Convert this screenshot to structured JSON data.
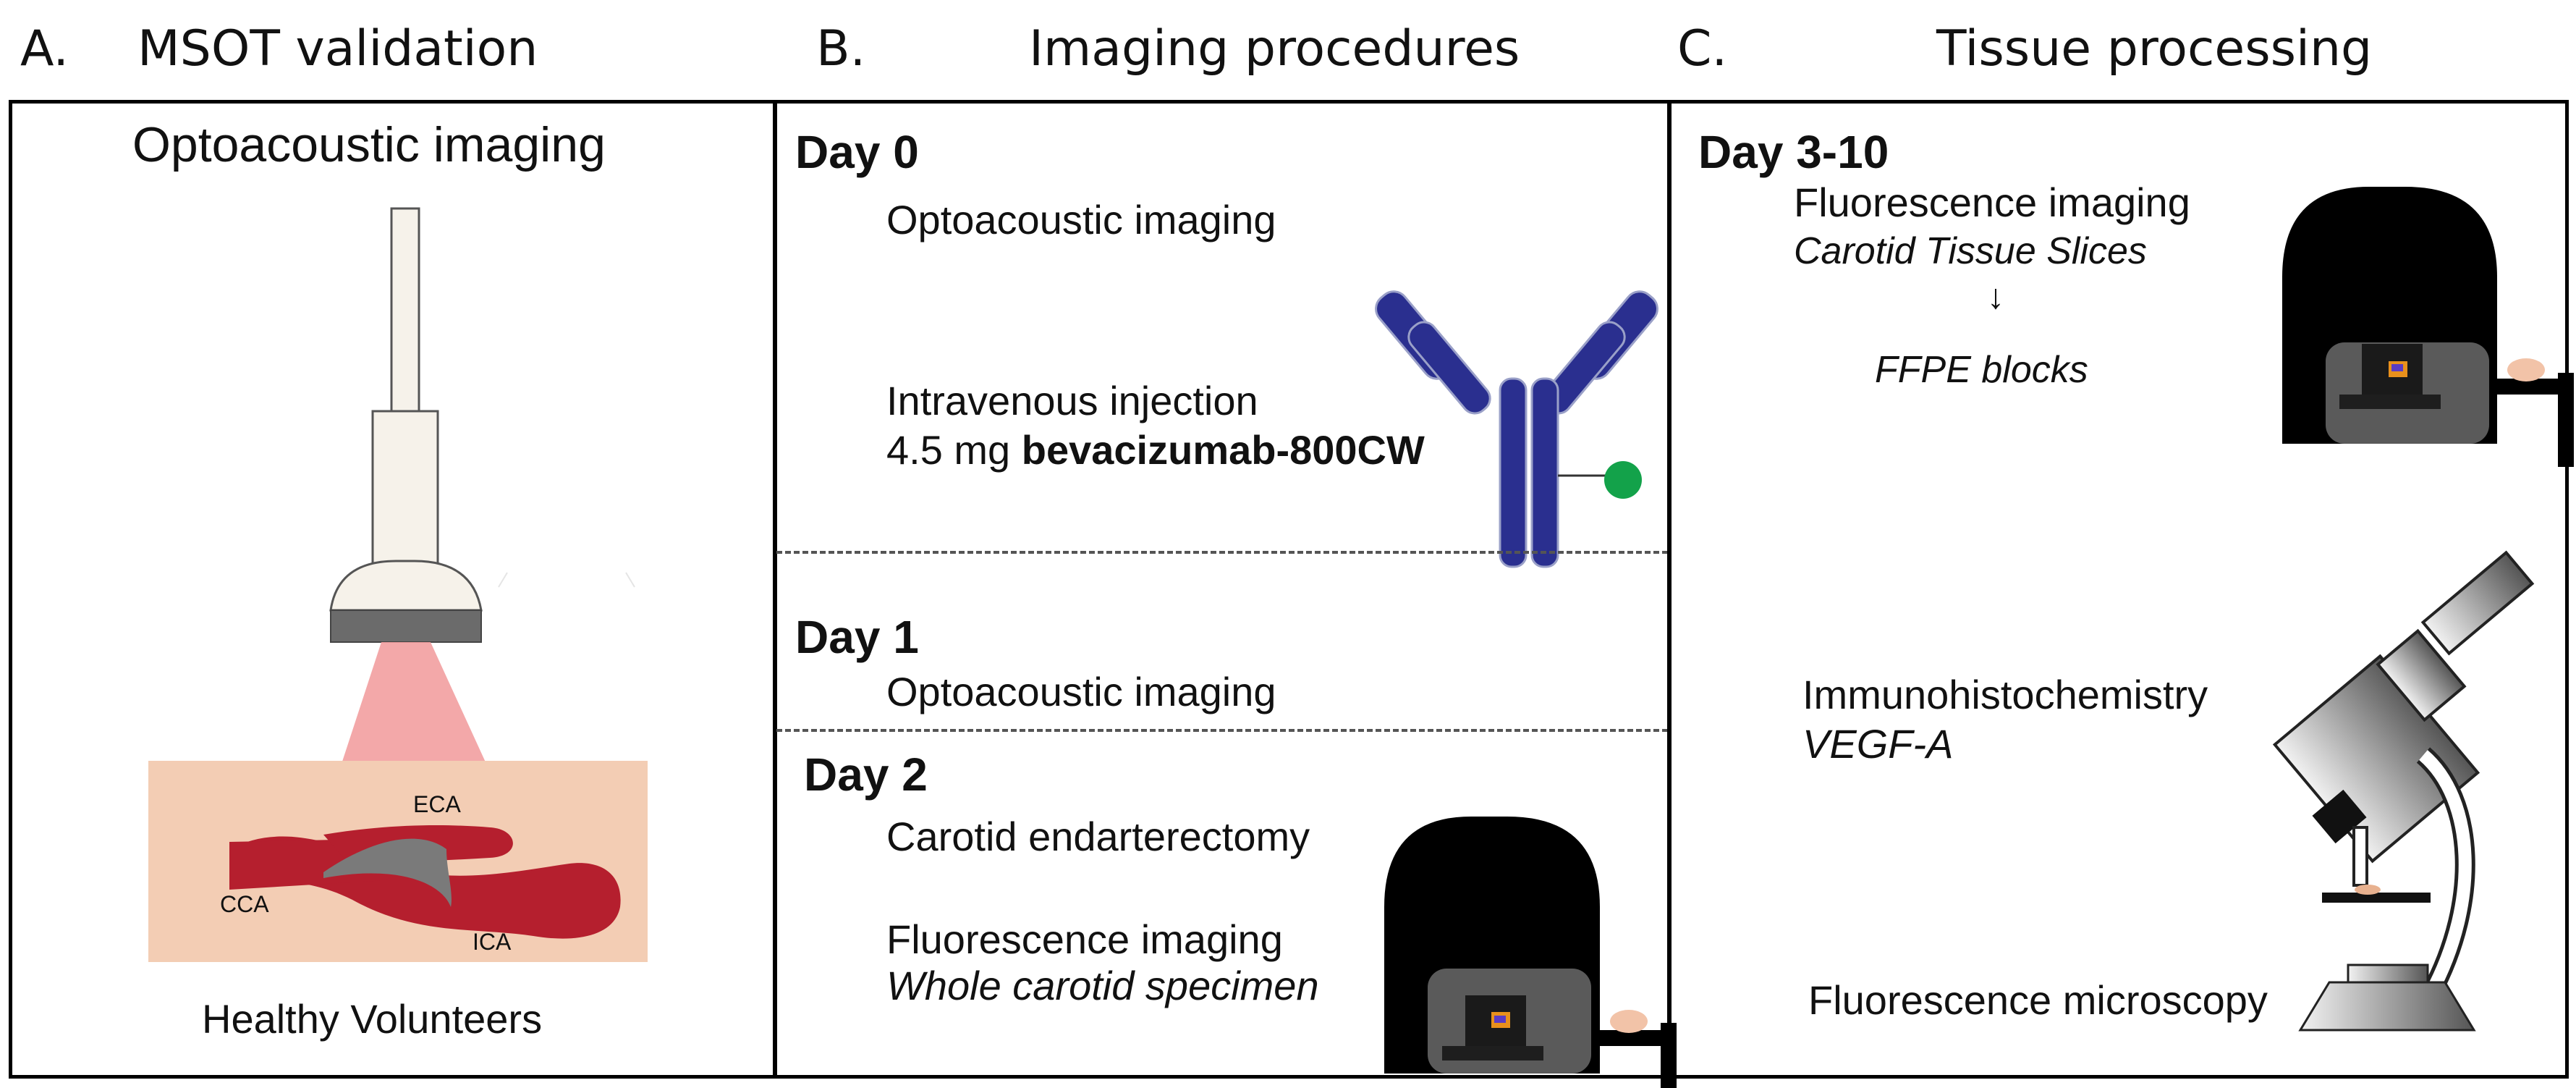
{
  "headers": {
    "a_letter": "A.",
    "a_title": "MSOT validation",
    "b_letter": "B.",
    "b_title": "Imaging procedures",
    "c_letter": "C.",
    "c_title": "Tissue processing"
  },
  "panel_a": {
    "title": "Optoacoustic imaging",
    "labels": {
      "eca": "ECA",
      "cca": "CCA",
      "ica": "ICA"
    },
    "caption": "Healthy Volunteers",
    "colors": {
      "tissue": "#f3cdb4",
      "vessel": "#b51f2e",
      "plaque": "#7a7a7a",
      "beam": "#f29ea0",
      "probe": "#f6f2ea",
      "probe_head": "#6b6b6b"
    }
  },
  "panel_b": {
    "day0": {
      "label": "Day 0",
      "step1": "Optoacoustic imaging",
      "step2": "Intravenous injection",
      "dose": "4.5 mg ",
      "drug": "bevacizumab-800CW"
    },
    "day1": {
      "label": "Day 1",
      "step1": "Optoacoustic imaging"
    },
    "day2": {
      "label": "Day 2",
      "step1": "Carotid endarterectomy",
      "step2": "Fluorescence imaging",
      "step2_sub": "Whole carotid specimen"
    },
    "colors": {
      "antibody": "#2a2f8f",
      "dye": "#13a24a"
    }
  },
  "panel_c": {
    "day": "Day 3-10",
    "fl_title": "Fluorescence imaging",
    "fl_sub": "Carotid Tissue Slices",
    "arrow": "↓",
    "ffpe": "FFPE blocks",
    "ihc_title": "Immunohistochemistry",
    "ihc_sub": "VEGF-A",
    "microscopy": "Fluorescence microscopy"
  }
}
